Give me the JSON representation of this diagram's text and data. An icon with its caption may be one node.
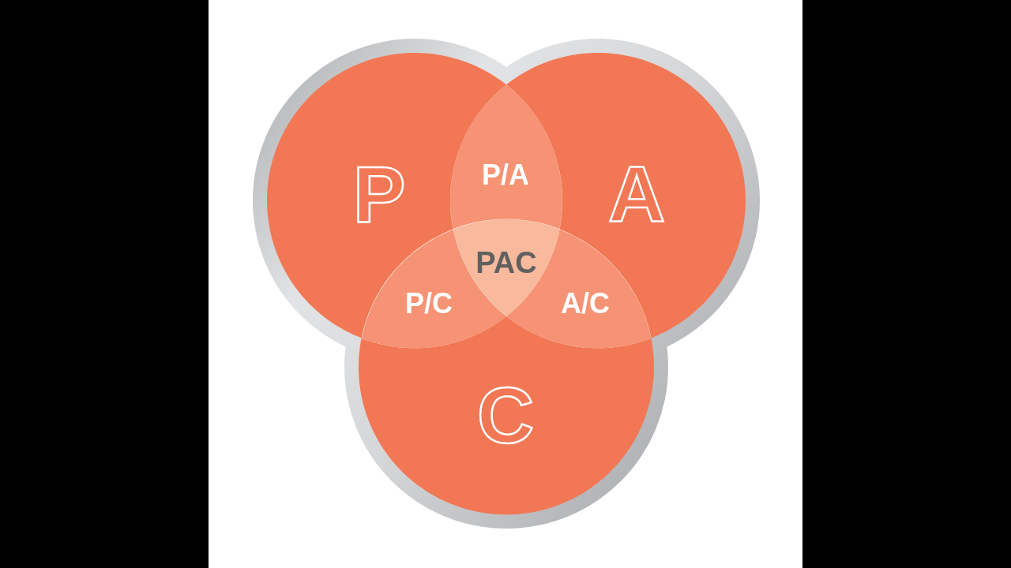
{
  "diagram": {
    "nodes": [
      {
        "text": [
          "P"
        ]
      },
      {
        "text": [
          "A"
        ]
      },
      {
        "text": [
          "C"
        ]
      },
      {
        "text": [
          "P/A"
        ]
      },
      {
        "text": [
          "P/C"
        ]
      },
      {
        "text": [
          "A/C"
        ]
      },
      {
        "text": [
          "PAC"
        ]
      }
    ]
  }
}
